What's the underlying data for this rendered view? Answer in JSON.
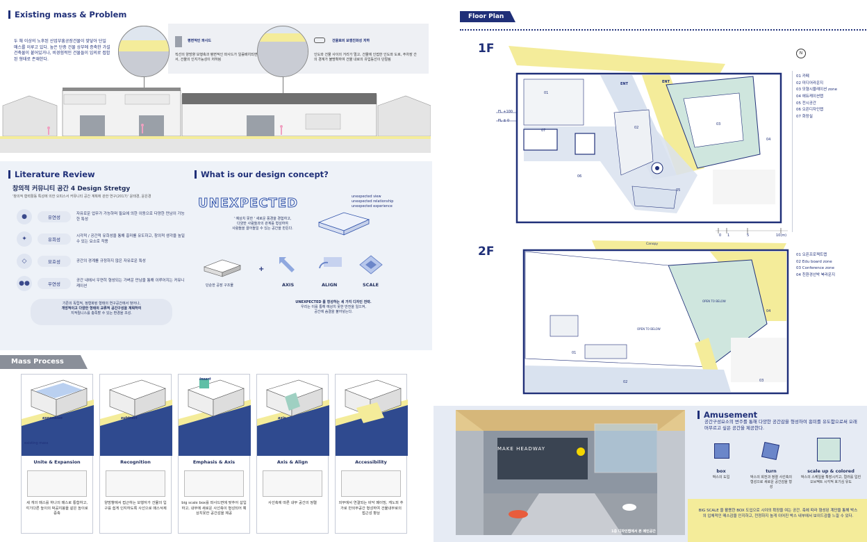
{
  "sections": {
    "existing": "Existing mass & Problem",
    "literature": "Literature Review",
    "concept": "What is our design concept?",
    "mass_process": "Mass Process",
    "floor_plan": "Floor Plan",
    "amusement": "Amusement"
  },
  "existing": {
    "intro": "두 채 이상의 노후된 산업부흥공장건물이 맞닿아 단일 매스를 이루고 있다. 높은 단층 건물 상부에 증축한 가설 건축물이 붙어있거나, 비경험적인 건물들이 임의로 접합된 형태로 존재한다.",
    "callout1_title": "평면적인 파사드",
    "callout1_text": "직선의 양방향 보행축과 평면적인 파사드가 일률배치되면서, 건물의 인지가능성이 저하됨",
    "callout2_title": "건물로의 보행친화성 저하",
    "callout2_text": "인도와 건물 사이의 거리가 멀고, 건물에 인접한 인도와 도로, 주차장 간의 경계가 불명확하여 건물 내로의 유입동선이 단절됨"
  },
  "literature": {
    "heading": "창의적 커뮤니티 공간 4 Design Stretgy",
    "source": "'창의적 협력활동 특성에 의한 오피스서 커뮤니티 공간 계획에 관한 연구(2017)' 윤태경, 윤은경",
    "items": [
      {
        "tag": "유연성",
        "desc": "자유로운 업무가 가능하며 필요에 의한 이동으로 다양한 만남이 가능한 특성"
      },
      {
        "tag": "유희성",
        "desc": "시각적 / 공간적 유희성을 통해 흥미를 유도하고, 창의적 생각을 높일 수 있는 요소로 작용"
      },
      {
        "tag": "모호성",
        "desc": "공간의 경계를 규정하지 않은 자유로운 특성"
      },
      {
        "tag": "우연성",
        "desc": "공간 내에서 우연히 형성되는 가벼운 만남을 통해 이루어지는 커뮤니케이션"
      }
    ],
    "summary_1": "기존의 독립적, 정형화된 형태의 연구공간에서 벗어나,",
    "summary_2": "개방적이고 다양한 형태의 교류적 공간구성을 계획하여",
    "summary_3": "지적릴니스를 충족할 수 있는 환경을 조성."
  },
  "concept": {
    "word": "UNEXPECTED",
    "lines": [
      "unexpected view",
      "unexpected relationship",
      "unexpected experience"
    ],
    "quote_1": "' 예상치 못한 ' 새로운 풍경을 경험하고,",
    "quote_2": "다양한 사람들과의 관계를 형성하여",
    "quote_3": "사람들을 끌어들일 수 있는 공간을 만든다.",
    "base_label": "단순한 공장 구조물",
    "plus": "+",
    "tactics": [
      "AXIS",
      "ALIGN",
      "SCALE"
    ],
    "footer_1": "UNEXPECTED 를 형성하는 세 가지 디자인 전략.",
    "footer_2": "우리는 이를 통해 예상치 못한 반전을 일으켜,",
    "footer_3": "공간에 숨결을 불어넣는다."
  },
  "mass_process": {
    "cards": [
      {
        "title": "Unite & Expansion",
        "text": "세 개의 매스를 하나의 매스로 통합하고, 각기다른 높이의 박공지붕을 같은 높이로 증축",
        "tag": "expansion",
        "sub": "existing mass"
      },
      {
        "title": "Recognition",
        "text": "양방향에서 접근하는 보행자가 건물의 입구를 쉽게 인지하도록 사선으로 매스삭제",
        "tag": "subtract"
      },
      {
        "title": "Emphasis & Axis",
        "text": "big scale box를 파사드면에 맞추어 삽입하고, 내부에 새로운 사선축이 형성되어 예상치못한 공간감을 제공",
        "tag": "insert"
      },
      {
        "title": "Axis & Align",
        "text": "사선축에 따른 내부 공간의 정렬",
        "tag": "axis"
      },
      {
        "title": "Accessibility",
        "text": "외부에서 연결되는 비닥 페이빙, 캐노피 추가로 반외부공간 형성하여 건물내부로의 접근성 향상"
      }
    ]
  },
  "floor_plan": {
    "f1": "1F",
    "f2": "2F",
    "f1_legend": [
      "01 카페",
      "02 미디어라운지",
      "03 모형시뮬레이션 zone",
      "04 에듀케이션랩",
      "05 전시공간",
      "06 오픈디자인랩",
      "07 화장실"
    ],
    "f2_legend": [
      "01 오픈프로젝트랩",
      "02 Edu board zone",
      "03 Conference zone",
      "04 친환경선박 북라운지"
    ],
    "levels": [
      "FL +100",
      "FL ± 0"
    ],
    "entrance": "ENT",
    "scale_ticks": [
      "0",
      "1",
      "5",
      "10(m)"
    ],
    "canopy": "Canopy",
    "open_to_below": "OPEN TO BELOW",
    "f1_rooms": [
      "01",
      "02",
      "03",
      "04",
      "05",
      "06",
      "07"
    ],
    "f2_rooms": [
      "01",
      "02",
      "03",
      "04"
    ]
  },
  "amusement": {
    "subtitle": "공간구성요소의 변주를 통해 다양한 공간감을 형성하여 흥미를 유도함으로써 오래 머무르고 싶은 공간을 제공한다.",
    "photo_sign": "MAKE HEADWAY",
    "caption": "1층 디자인랩에서 본 메인공간",
    "items": [
      {
        "title": "box",
        "desc": "박스의 도입"
      },
      {
        "title": "turn",
        "desc": "박스의 회전과 정렬 사선축의 형성으로 새로운 공간감을 형성"
      },
      {
        "title": "scale up & colored",
        "desc": "박스의 스케일을 확장시키고, 컬러를 입힌 오브젝트 시각적 호기심 유도"
      }
    ],
    "footer": "BIG SCALE 을 활용한 BOX 도입으로 시야의 확장을 여는 공간. 축에 따라 형성된 계단을 통해 박스의 입체적인 매스감을 인지하고, 전정하지 높게 이어진 박스 내부에서 보이드감을 느낄 수 있다."
  },
  "colors": {
    "navy": "#1f2f78",
    "yellow": "#f4ec9a",
    "mint": "#cfe6de",
    "blue": "#2c4fa8"
  }
}
